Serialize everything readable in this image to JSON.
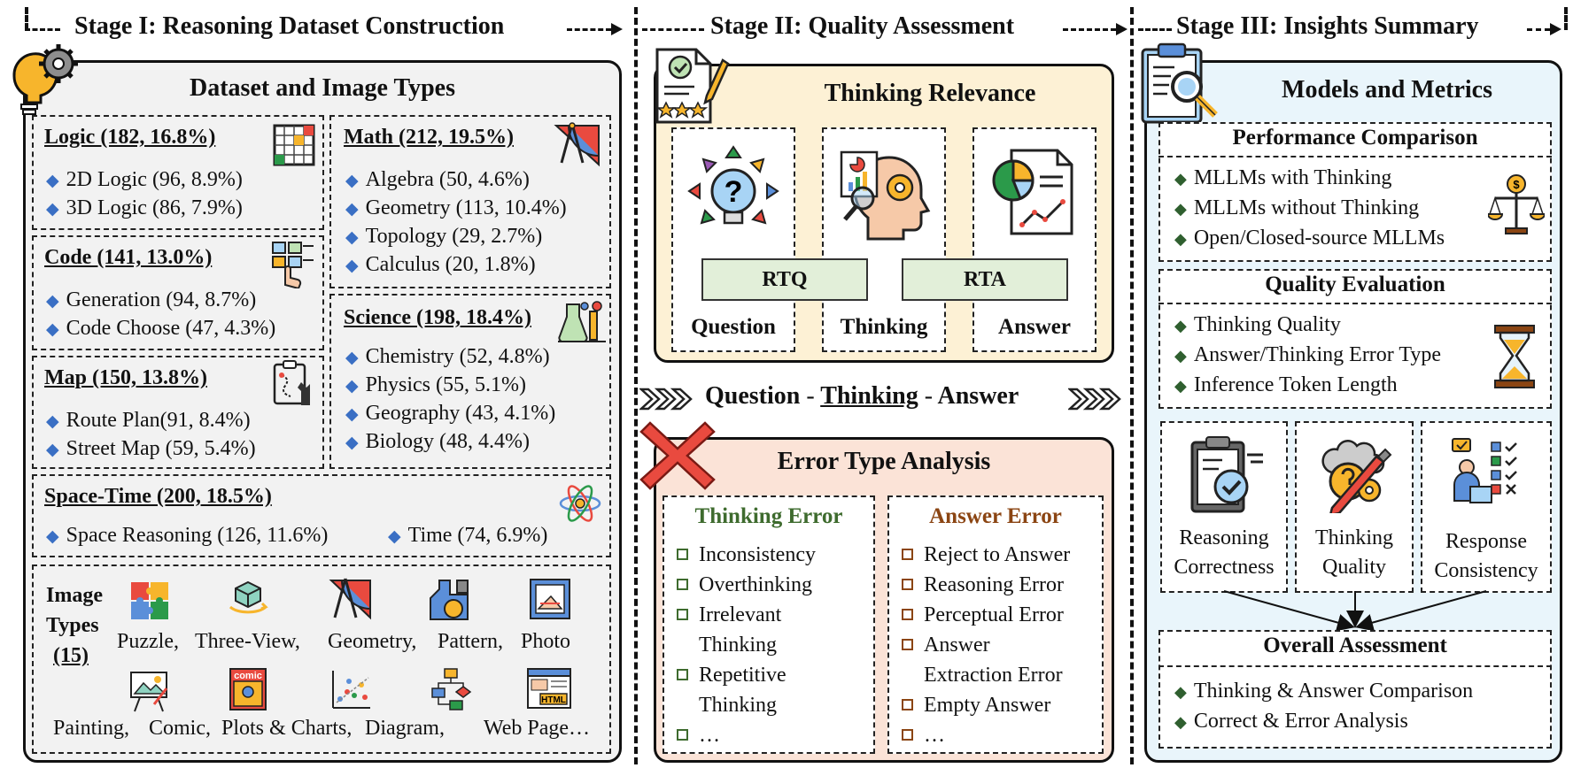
{
  "stages": {
    "stage1": "Stage I: Reasoning Dataset Construction",
    "stage2": "Stage II: Quality Assessment",
    "stage3": "Stage III: Insights Summary"
  },
  "dataset": {
    "title": "Dataset and Image Types",
    "logic": {
      "title": "Logic (182, 16.8%)",
      "items": [
        "2D Logic (96, 8.9%)",
        "3D Logic (86, 7.9%)"
      ]
    },
    "code": {
      "title": "Code (141, 13.0%)",
      "items": [
        "Generation (94, 8.7%)",
        "Code Choose (47, 4.3%)"
      ]
    },
    "map": {
      "title": "Map (150, 13.8%)",
      "items": [
        "Route Plan(91, 8.4%)",
        "Street Map (59, 5.4%)"
      ]
    },
    "math": {
      "title": "Math (212, 19.5%)",
      "items": [
        "Algebra (50, 4.6%)",
        "Geometry (113, 10.4%)",
        "Topology (29, 2.7%)",
        "Calculus (20, 1.8%)"
      ]
    },
    "science": {
      "title": "Science (198, 18.4%)",
      "items": [
        "Chemistry (52, 4.8%)",
        "Physics (55, 5.1%)",
        "Geography (43, 4.1%)",
        "Biology (48, 4.4%)"
      ]
    },
    "spacetime": {
      "title": "Space-Time (200, 18.5%)",
      "items": [
        "Space Reasoning (126, 11.6%)",
        "Time (74, 6.9%)"
      ]
    },
    "image_types": {
      "label_line1": "Image",
      "label_line2": "Types",
      "label_line3": "(15)",
      "row1": [
        "Puzzle,",
        "Three-View,",
        "Geometry,",
        "Pattern,",
        "Photo"
      ],
      "row2": [
        "Painting,",
        "Comic,",
        "Plots & Charts,",
        "Diagram,",
        "Web Page…"
      ],
      "comic_text": "comic",
      "html_text": "HTML"
    }
  },
  "quality": {
    "thinking_relevance": "Thinking Relevance",
    "columns": [
      "Question",
      "Thinking",
      "Answer"
    ],
    "rtq": "RTQ",
    "rta": "RTA",
    "qta": {
      "q": "Question",
      "dash1": "-",
      "t": "Thinking",
      "dash2": "-",
      "a": "Answer"
    },
    "error_title": "Error Type Analysis",
    "thinking_error": {
      "title": "Thinking Error",
      "items": [
        "Inconsistency",
        "Overthinking",
        "Irrelevant",
        "Thinking",
        "Repetitive",
        "Thinking",
        "…"
      ]
    },
    "answer_error": {
      "title": "Answer Error",
      "items": [
        "Reject to Answer",
        "Reasoning Error",
        "Perceptual Error",
        "Answer",
        "Extraction Error",
        "Empty Answer",
        "…"
      ]
    }
  },
  "insights": {
    "title": "Models and Metrics",
    "performance": {
      "title": "Performance Comparison",
      "items": [
        "MLLMs with Thinking",
        "MLLMs without Thinking",
        "Open/Closed-source MLLMs"
      ]
    },
    "quality_eval": {
      "title": "Quality Evaluation",
      "items": [
        "Thinking Quality",
        "Answer/Thinking Error Type",
        "Inference Token Length"
      ]
    },
    "metrics": [
      {
        "line1": "Reasoning",
        "line2": "Correctness"
      },
      {
        "line1": "Thinking",
        "line2": "Quality"
      },
      {
        "line1": "Response",
        "line2": "Consistency"
      }
    ],
    "overall": {
      "title": "Overall Assessment",
      "items": [
        "Thinking & Answer Comparison",
        "Correct & Error Analysis"
      ]
    }
  }
}
